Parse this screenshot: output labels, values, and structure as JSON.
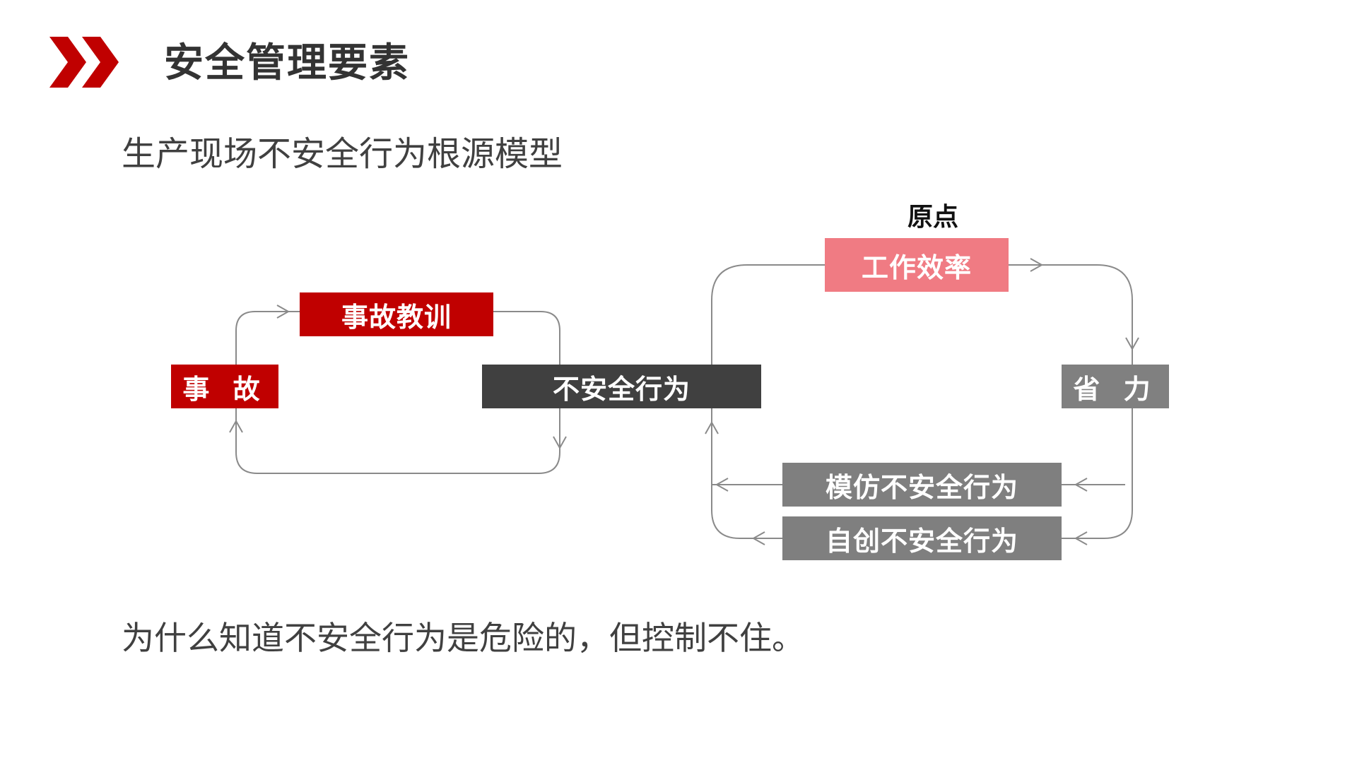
{
  "header": {
    "title": "安全管理要素",
    "accent_color": "#c00000"
  },
  "subtitle": "生产现场不安全行为根源模型",
  "diagram": {
    "origin_label": "原点",
    "nodes": {
      "accident": "事 故",
      "accident_lesson": "事故教训",
      "unsafe_behavior": "不安全行为",
      "work_efficiency": "工作效率",
      "save_effort": "省 力",
      "imitate_unsafe": "模仿不安全行为",
      "selfmade_unsafe": "自创不安全行为"
    },
    "colors": {
      "dark_red": "#c00000",
      "pink": "#f07b83",
      "dark_gray": "#404040",
      "gray": "#808080",
      "line": "#8a8a8a"
    }
  },
  "question": "为什么知道不安全行为是危险的，但控制不住。"
}
